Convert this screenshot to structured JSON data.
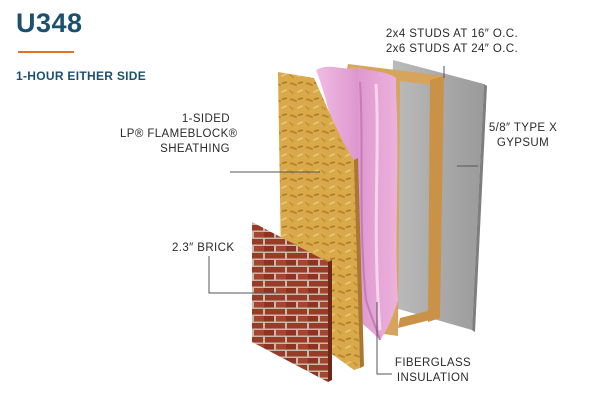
{
  "header": {
    "title": "U348",
    "subtitle": "1-HOUR EITHER SIDE"
  },
  "labels": {
    "studs": [
      "2x4 STUDS AT 16″ O.C.",
      "2x6 STUDS AT 24″ O.C."
    ],
    "sheathing": [
      "1-SIDED",
      "LP® FLAMEBLOCK®",
      "SHEATHING"
    ],
    "gypsum": [
      "5/8″ TYPE X",
      "GYPSUM"
    ],
    "brick": "2.3″ BRICK",
    "insulation": [
      "FIBERGLASS",
      "INSULATION"
    ]
  },
  "colors": {
    "title": "#1d4f6e",
    "accent_rule": "#e3741f",
    "brick": "#9a3b27",
    "mortar": "#c9b7aa",
    "osb": "#d9a94a",
    "insulation": "#e6a6d6",
    "stud": "#d6a45a",
    "gypsum": "#a7a7a7"
  }
}
